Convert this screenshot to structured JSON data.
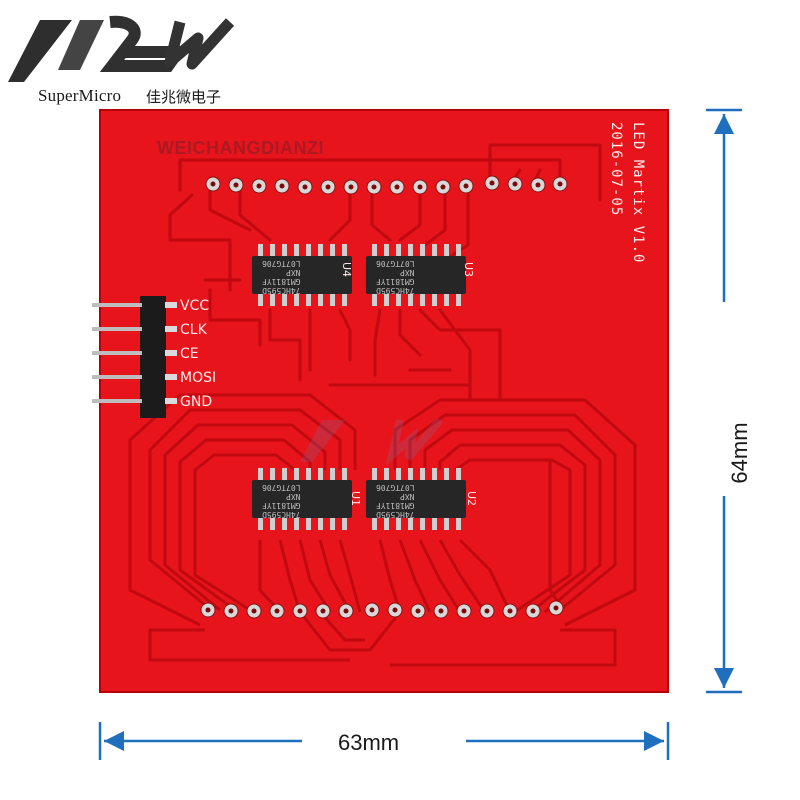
{
  "brand": {
    "name": "SuperMicro",
    "name_cn": "佳兆微电子",
    "logo": "chevron-wave-logo",
    "logo_color": "#2a2a2a"
  },
  "board": {
    "title": "LED Martix V1.0",
    "date": "2016-07-05",
    "silkscreen_brand": "WEICHANGDIANZI",
    "color": "#e8141c",
    "trace_color": "#c40a10",
    "header_pins": [
      "VCC",
      "CLK",
      "CE",
      "MOSI",
      "GND"
    ],
    "chips": [
      {
        "ref": "U1",
        "text": [
          "74HC595D",
          "GM1811YF",
          "NXP",
          "L07TG706"
        ]
      },
      {
        "ref": "U2",
        "text": [
          "74HC595D",
          "GM1811YF",
          "NXP",
          "L07TG706"
        ]
      },
      {
        "ref": "U3",
        "text": [
          "74HC595D",
          "GM1811YF",
          "NXP",
          "L07TG706"
        ]
      },
      {
        "ref": "U4",
        "text": [
          "74HC595D",
          "GM1811YF",
          "NXP",
          "L07TG706"
        ]
      }
    ]
  },
  "dimensions": {
    "width": "63mm",
    "height": "64mm",
    "arrow_color": "#1f6fbf"
  }
}
